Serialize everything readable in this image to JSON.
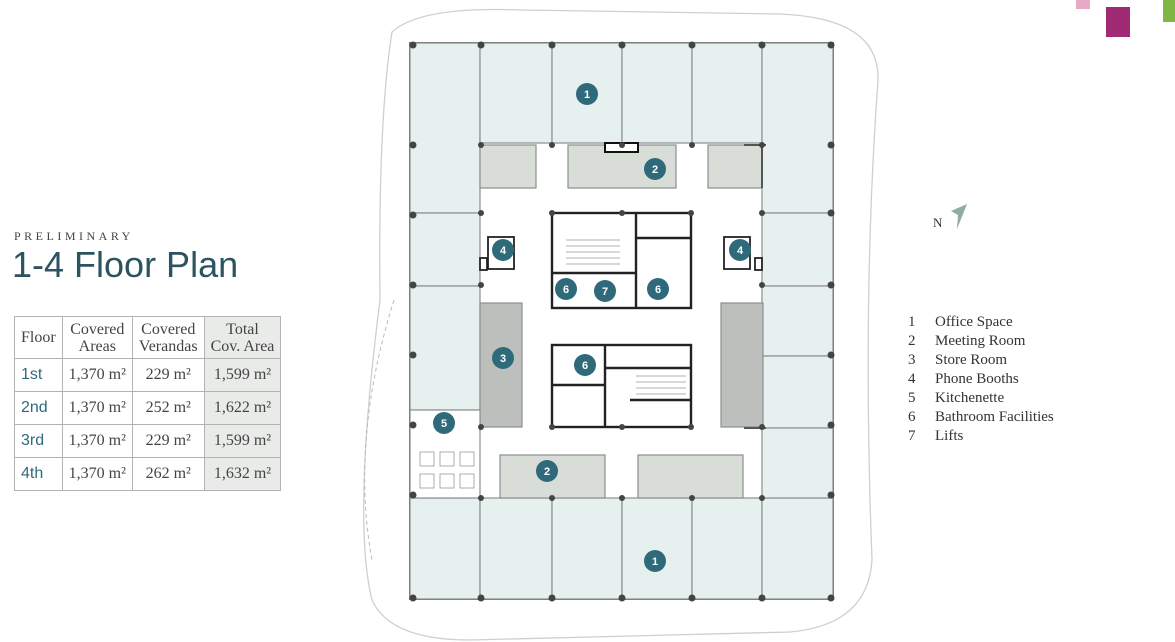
{
  "header": {
    "preliminary": "PRELIMINARY",
    "title": "1-4 Floor Plan"
  },
  "table": {
    "headers": [
      [
        "Floor"
      ],
      [
        "Covered",
        "Areas"
      ],
      [
        "Covered",
        "Verandas"
      ],
      [
        "Total",
        "Cov. Area"
      ]
    ],
    "rows": [
      {
        "floor": "1st",
        "covered": "1,370 m²",
        "verandas": "229 m²",
        "total": "1,599 m²"
      },
      {
        "floor": "2nd",
        "covered": "1,370 m²",
        "verandas": "252 m²",
        "total": "1,622 m²"
      },
      {
        "floor": "3rd",
        "covered": "1,370 m²",
        "verandas": "229 m²",
        "total": "1,599 m²"
      },
      {
        "floor": "4th",
        "covered": "1,370 m²",
        "verandas": "262 m²",
        "total": "1,632 m²"
      }
    ]
  },
  "legend": [
    {
      "num": "1",
      "label": "Office Space"
    },
    {
      "num": "2",
      "label": "Meeting Room"
    },
    {
      "num": "3",
      "label": "Store Room"
    },
    {
      "num": "4",
      "label": "Phone Booths"
    },
    {
      "num": "5",
      "label": "Kitchenette"
    },
    {
      "num": "6",
      "label": "Bathroom Facilities"
    },
    {
      "num": "7",
      "label": "Lifts"
    }
  ],
  "compass": {
    "label": "N"
  },
  "plan_markers": [
    "1",
    "2",
    "3",
    "4",
    "5",
    "6",
    "7"
  ],
  "colors": {
    "accent": "#2f6a7b",
    "office_fill": "#e6f1ef",
    "meeting_fill": "#d8ddd8",
    "store_fill": "#bdbfbd",
    "corner_pink": "#e8a9c6",
    "corner_magenta": "#a02a74",
    "corner_green": "#7fb644"
  }
}
